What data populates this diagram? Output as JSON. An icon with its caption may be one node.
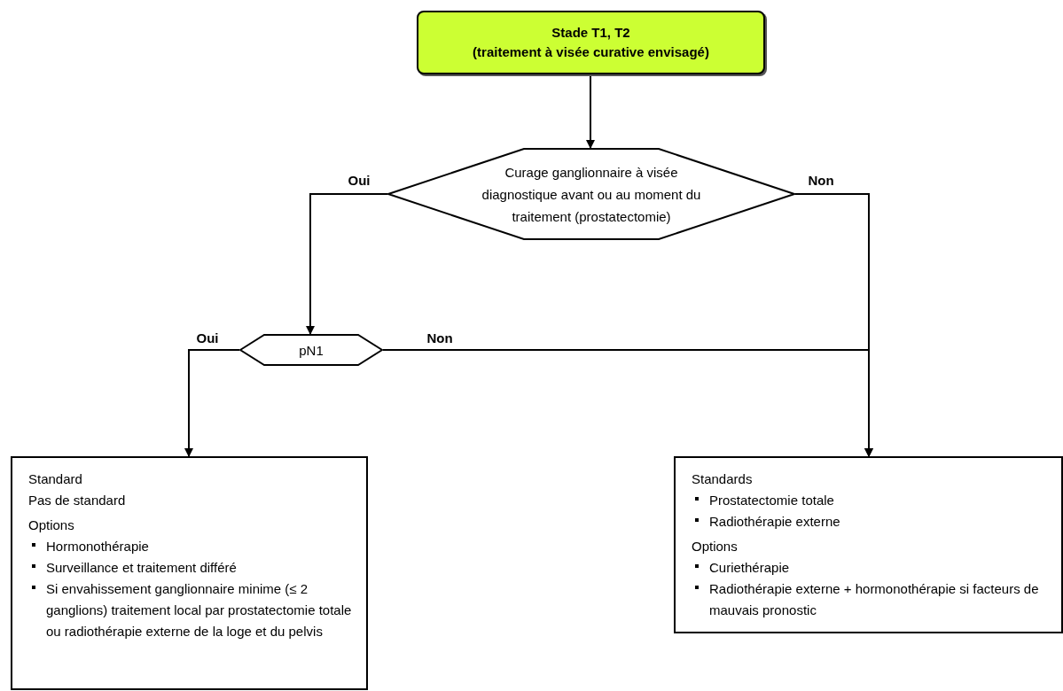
{
  "diagram": {
    "nodes": [
      {
        "text": [
          "Stade T1, T2",
          "(traitement à visée curative envisagé)"
        ]
      },
      {
        "text": [
          "Curage ganglionnaire à visée diagnostique avant ou au moment du traitement (prostatectomie)"
        ]
      },
      {
        "text": [
          "pN1"
        ]
      },
      {
        "text": [
          "Standard",
          "Pas de standard",
          "Options",
          "Hormonothérapie",
          "Surveillance et traitement différé",
          "Si envahissement ganglionnaire minime (≤ 2 ganglions) traitement local par prostatectomie totale ou radiothérapie externe de la loge et du pelvis"
        ]
      },
      {
        "text": [
          "Standards",
          "Prostatectomie totale",
          "Radiothérapie externe",
          "Options",
          "Curiethérapie",
          "Radiothérapie externe + hormonothérapie si facteurs de mauvais pronostic"
        ]
      }
    ],
    "edges": [
      {
        "from": 0,
        "to": 1,
        "arrow": "to"
      },
      {
        "from": 1,
        "to": 2,
        "arrow": "to",
        "label": "Oui"
      },
      {
        "from": 1,
        "to": 4,
        "arrow": "to",
        "label": "Non"
      },
      {
        "from": 2,
        "to": 3,
        "arrow": "to",
        "label": "Oui"
      },
      {
        "from": 2,
        "to": 4,
        "arrow": "to",
        "label": "Non"
      }
    ]
  }
}
